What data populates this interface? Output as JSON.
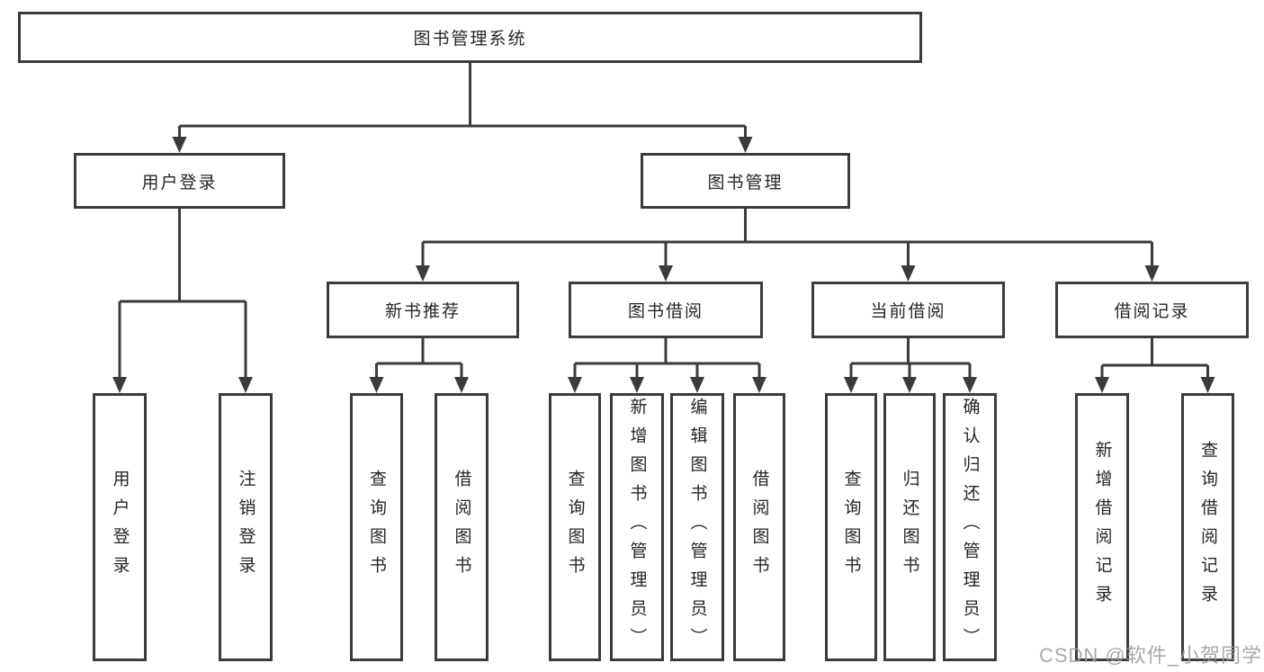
{
  "diagram": {
    "title": "图书管理系统",
    "nodes": [
      {
        "id": "root",
        "label": "图书管理系统",
        "level": 1,
        "parent": null
      },
      {
        "id": "user-login",
        "label": "用户登录",
        "level": 2,
        "parent": "root"
      },
      {
        "id": "book-mgmt",
        "label": "图书管理",
        "level": 2,
        "parent": "root"
      },
      {
        "id": "new-book-rec",
        "label": "新书推荐",
        "level": 3,
        "parent": "book-mgmt"
      },
      {
        "id": "book-borrow",
        "label": "图书借阅",
        "level": 3,
        "parent": "book-mgmt"
      },
      {
        "id": "current-borrow",
        "label": "当前借阅",
        "level": 3,
        "parent": "book-mgmt"
      },
      {
        "id": "borrow-records",
        "label": "借阅记录",
        "level": 3,
        "parent": "book-mgmt"
      },
      {
        "id": "leaf-user-login",
        "label": "用户登录",
        "level": 4,
        "parent": "user-login"
      },
      {
        "id": "leaf-logout",
        "label": "注销登录",
        "level": 4,
        "parent": "user-login"
      },
      {
        "id": "leaf-rec-query",
        "label": "查询图书",
        "level": 4,
        "parent": "new-book-rec"
      },
      {
        "id": "leaf-rec-borrow",
        "label": "借阅图书",
        "level": 4,
        "parent": "new-book-rec"
      },
      {
        "id": "leaf-bb-query",
        "label": "查询图书",
        "level": 4,
        "parent": "book-borrow"
      },
      {
        "id": "leaf-bb-add",
        "label": "新增图书（管理员）",
        "level": 4,
        "parent": "book-borrow"
      },
      {
        "id": "leaf-bb-edit",
        "label": "编辑图书（管理员）",
        "level": 4,
        "parent": "book-borrow"
      },
      {
        "id": "leaf-bb-borrow",
        "label": "借阅图书",
        "level": 4,
        "parent": "book-borrow"
      },
      {
        "id": "leaf-cb-query",
        "label": "查询图书",
        "level": 4,
        "parent": "current-borrow"
      },
      {
        "id": "leaf-cb-return",
        "label": "归还图书",
        "level": 4,
        "parent": "current-borrow"
      },
      {
        "id": "leaf-cb-confirm",
        "label": "确认归还（管理员）",
        "level": 4,
        "parent": "current-borrow"
      },
      {
        "id": "leaf-br-add",
        "label": "新增借阅记录",
        "level": 4,
        "parent": "borrow-records"
      },
      {
        "id": "leaf-br-query",
        "label": "查询借阅记录",
        "level": 4,
        "parent": "borrow-records"
      }
    ]
  },
  "watermark": {
    "text": "CSDN @软件_小贺同学"
  },
  "colors": {
    "line": "#3b3b3b",
    "box_border": "#3b3b3b",
    "box_background": "#ffffff",
    "text": "#262626",
    "watermark": "#9e9e9e"
  }
}
